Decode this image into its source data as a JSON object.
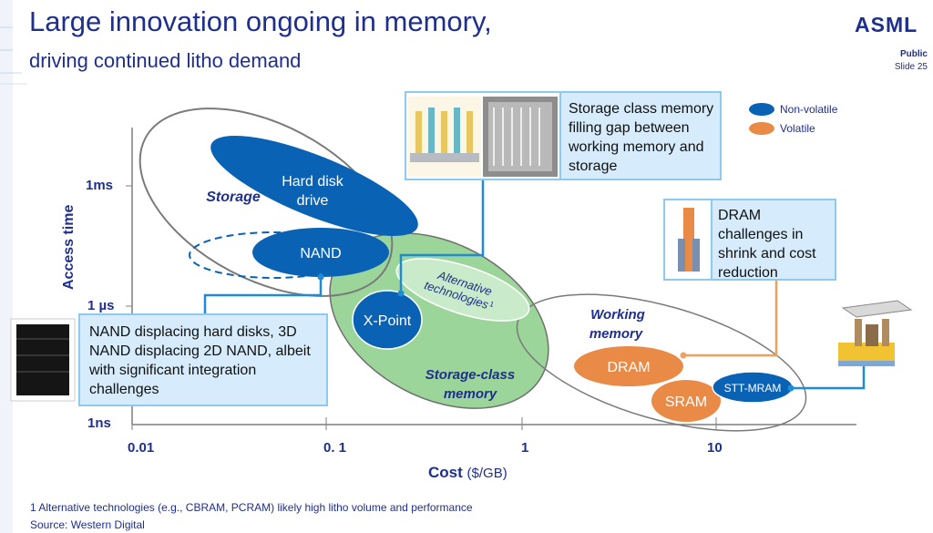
{
  "header": {
    "title_line1": "Large innovation ongoing in memory,",
    "title_line2": "driving continued litho demand",
    "logo": "ASML",
    "classification": "Public",
    "slide_number": "Slide 25"
  },
  "legend": {
    "non_volatile": "Non-volatile",
    "volatile": "Volatile",
    "non_volatile_color": "#0a62b5",
    "volatile_color": "#e98a46"
  },
  "axes": {
    "y_label": "Access time",
    "y_ticks": [
      "1ms",
      "1 µs",
      "1ns"
    ],
    "x_ticks": [
      "0.01",
      "0. 1",
      "1",
      "10"
    ],
    "x_label": "Cost",
    "x_unit": "($/GB)"
  },
  "regions": {
    "storage": "Storage",
    "storage_class": [
      "Storage-class",
      "memory"
    ],
    "working": [
      "Working",
      "memory"
    ]
  },
  "technologies": {
    "hdd": [
      "Hard disk",
      "drive"
    ],
    "nand": "NAND",
    "xpoint": "X-Point",
    "alternative": [
      "Alternative",
      "technologies"
    ],
    "alternative_footnote_mark": "1",
    "dram": "DRAM",
    "sram": "SRAM",
    "stt_mram": "STT-MRAM"
  },
  "callouts": {
    "nand": "NAND displacing hard disks, 3D NAND displacing 2D NAND, albeit with significant integration challenges",
    "storage_class": "Storage class memory filling gap between working memory and storage",
    "dram": "DRAM challenges in shrink and cost reduction"
  },
  "footer": {
    "footnote": "1 Alternative technologies (e.g., CBRAM, PCRAM) likely high litho volume and performance",
    "source": "Source: Western Digital"
  }
}
